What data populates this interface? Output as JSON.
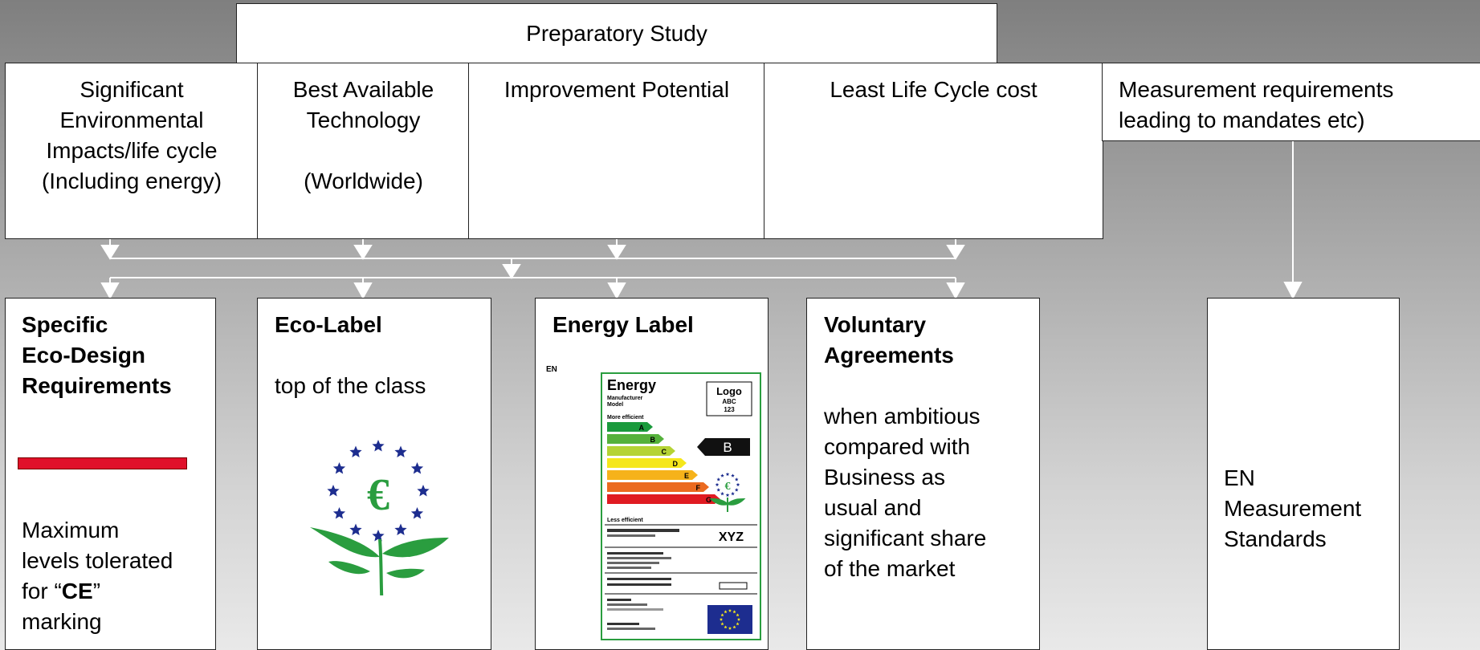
{
  "header": {
    "title": "Preparatory Study"
  },
  "study_columns": [
    {
      "text": "Significant Environmental Impacts/life cycle (Including energy)"
    },
    {
      "line1": "Best Available",
      "line2": "Technology",
      "line3": "(Worldwide)"
    },
    {
      "text": "Improvement Potential"
    },
    {
      "text": "Least Life Cycle cost"
    }
  ],
  "measurement": {
    "text": "Measurement requirements leading to mandates etc)"
  },
  "outcomes": {
    "ecodesign": {
      "title_l1": "Specific",
      "title_l2": "Eco-Design",
      "title_l3": "Requirements",
      "body_l1": "Maximum",
      "body_l2": "levels tolerated",
      "body_l3_pre": "for “",
      "body_l3_bold": "CE",
      "body_l3_post": "”",
      "body_l4": "marking"
    },
    "ecolabel": {
      "title": "Eco-Label",
      "body": "top of the class"
    },
    "energylabel": {
      "title": "Energy Label",
      "label_lang": "EN",
      "label_heading": "Energy",
      "label_manufacturer": "Manufacturer",
      "label_model": "Model",
      "logo_line1": "Logo",
      "logo_line2": "ABC",
      "logo_line3": "123",
      "more_efficient": "More efficient",
      "less_efficient": "Less efficient",
      "class_letters": [
        "A",
        "B",
        "C",
        "D",
        "E",
        "F",
        "G"
      ],
      "rating": "B",
      "xyz": "XYZ",
      "colors": [
        "#1a9a3c",
        "#55b13b",
        "#b5d334",
        "#f5e71b",
        "#f6b21a",
        "#eb6a20",
        "#e01b22"
      ]
    },
    "voluntary": {
      "title_l1": "Voluntary",
      "title_l2": "Agreements",
      "body": [
        "when ambitious",
        "compared with",
        "Business as",
        "usual and",
        "significant share",
        "of the market"
      ]
    },
    "standards": {
      "l1": "EN",
      "l2": "Measurement",
      "l3": "Standards"
    }
  },
  "colors": {
    "ce_bar": "#e0102a",
    "eu_blue": "#1d2d8f",
    "flower_green": "#2a9d3f"
  }
}
